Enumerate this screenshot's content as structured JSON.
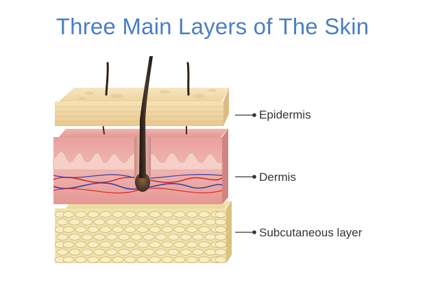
{
  "title": "Three Main Layers of The Skin",
  "layers": {
    "epidermis": {
      "label": "Epidermis"
    },
    "dermis": {
      "label": "Dermis"
    },
    "subcutaneous": {
      "label": "Subcutaneous layer"
    }
  },
  "colors": {
    "title": "#4a7ec6",
    "epidermis": "#f3ddb0",
    "dermis": "#eaa3a1",
    "subcutaneous": "#f0e0a6",
    "artery": "#d42a2a",
    "vein": "#2f3fb0",
    "hair": "#2b2017"
  }
}
